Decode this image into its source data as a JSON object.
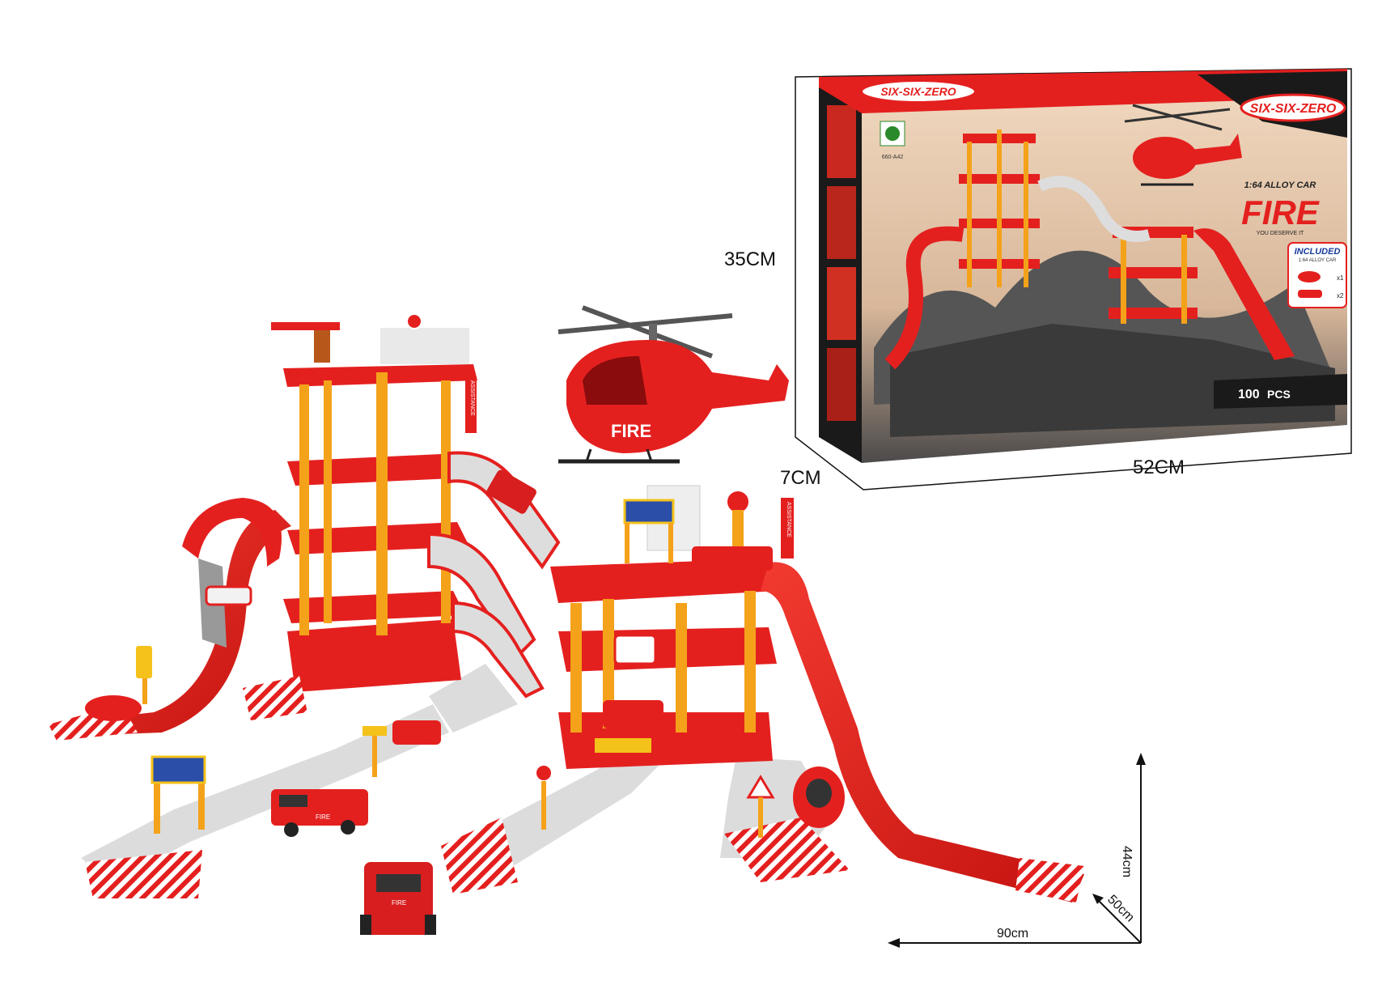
{
  "box": {
    "brand": "SIX-SIX-ZERO",
    "brand_small": "SIX-SIX-ZERO",
    "model_code": "660-A42",
    "scale_label": "1:64 ALLOY CAR",
    "product_word": "FIRE",
    "tagline": "YOU DESERVE IT",
    "included_title": "INCLUDED",
    "included_sub": "1:64 ALLOY CAR",
    "included_heli_qty": "x1",
    "included_car_qty": "x2",
    "pieces_count": "100",
    "pieces_unit": "PCS"
  },
  "box_dimensions": {
    "height": "35CM",
    "depth": "7CM",
    "width": "52CM"
  },
  "assembled_dimensions": {
    "height": "44cm",
    "depth": "50cm",
    "width": "90cm"
  },
  "toy_text": {
    "helicopter_label": "FIRE",
    "tower_banner": "ASSISTANCE",
    "pad_banner": "ASSISTANCE",
    "truck_label": "FIRE",
    "jeep_label": "FIRE"
  },
  "colors": {
    "brand_red": "#e4201f",
    "support_yellow": "#f4a21a",
    "road_gray": "#d9d9d9",
    "box_dark": "#1a1a1a"
  }
}
